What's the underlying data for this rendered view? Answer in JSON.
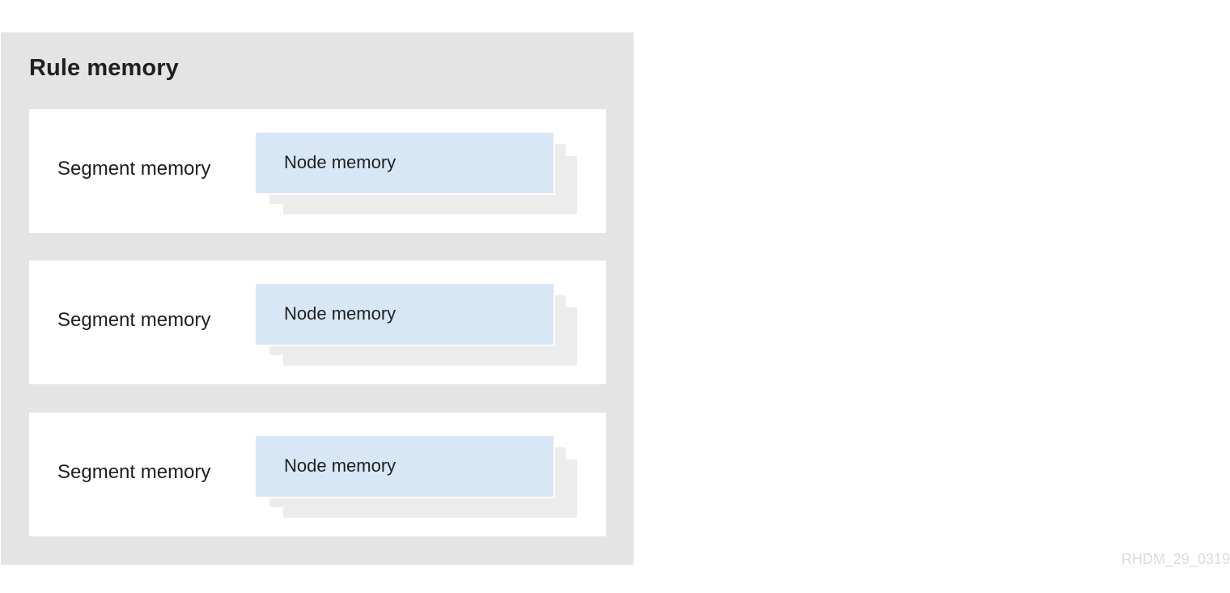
{
  "rule_memory": {
    "title": "Rule memory",
    "segments": [
      {
        "label": "Segment memory",
        "node_label": "Node memory"
      },
      {
        "label": "Segment memory",
        "node_label": "Node memory"
      },
      {
        "label": "Segment memory",
        "node_label": "Node memory"
      }
    ]
  },
  "watermark": "RHDM_29_0319",
  "colors": {
    "rule_background": "#e4e4e4",
    "segment_background": "#ffffff",
    "node_background": "#d8e7f6",
    "stack_shadow": "#ececec",
    "watermark": "#dcdcdc"
  }
}
